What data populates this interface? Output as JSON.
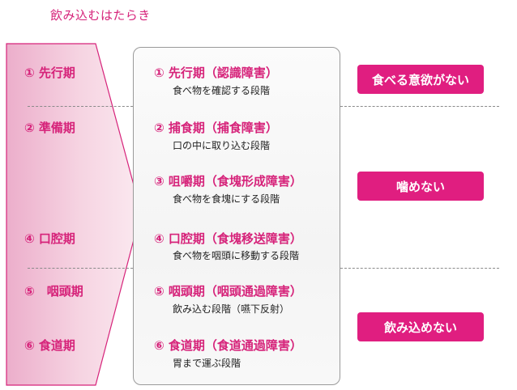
{
  "title": "飲み込むはたらき",
  "colors": {
    "accent": "#d6237a",
    "box": "#e01e80",
    "arrow_fill_light": "#f8dbe7",
    "arrow_fill_dark": "#ecaecb",
    "text": "#222222"
  },
  "stages": [
    {
      "label": "① 先行期"
    },
    {
      "label": "② 準備期"
    },
    {
      "label": "④ 口腔期"
    },
    {
      "label": "⑤　咽頭期"
    },
    {
      "label": "⑥ 食道期"
    }
  ],
  "details": [
    {
      "title": "① 先行期（認識障害）",
      "desc": "食べ物を確認する段階"
    },
    {
      "title": "② 捕食期（捕食障害）",
      "desc": "口の中に取り込む段階"
    },
    {
      "title": "③ 咀嚼期（食塊形成障害）",
      "desc": "食べ物を食塊にする段階"
    },
    {
      "title": "④ 口腔期（食塊移送障害）",
      "desc": "食べ物を咽頭に移動する段階"
    },
    {
      "title": "⑤ 咽頭期（咽頭通過障害）",
      "desc": "飲み込む段階（嚥下反射）"
    },
    {
      "title": "⑥ 食道期（食道通過障害）",
      "desc": "胃まで運ぶ段階"
    }
  ],
  "problems": [
    {
      "label": "食べる意欲がない"
    },
    {
      "label": "噛めない"
    },
    {
      "label": "飲み込めない"
    }
  ]
}
